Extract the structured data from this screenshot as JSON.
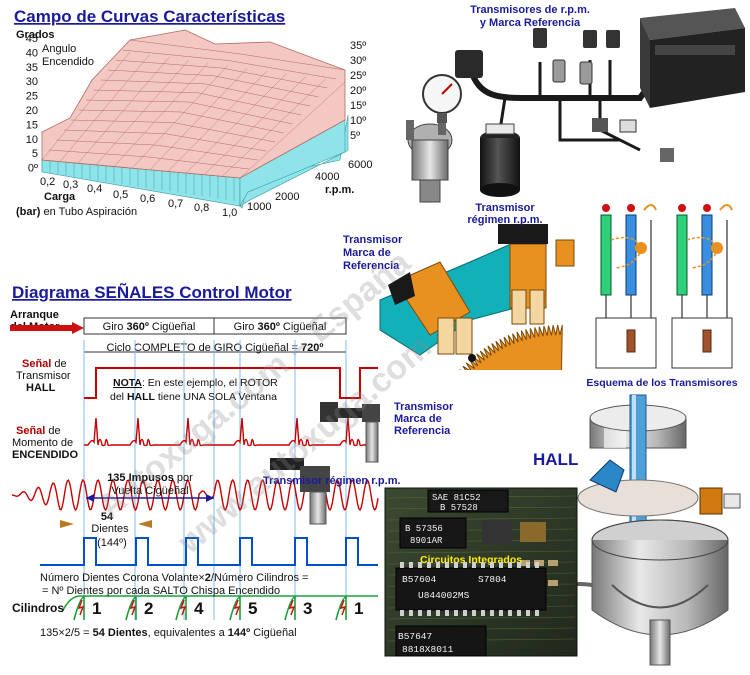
{
  "colors": {
    "header": "#1a1a9a",
    "surface_top": "#f3c7c2",
    "surface_side": "#8fe4ea",
    "signal_blue": "#0050c8",
    "signal_red": "#c80000",
    "spark_green": "#18a038",
    "gear_orange": "#e89020",
    "sensor_cyan": "#12b0b8"
  },
  "chart": {
    "title": "Campo de Curvas Características",
    "degrees_label": "Grados",
    "angle_label": "Angulo",
    "advance_label": "Encendido",
    "y_ticks_left": [
      "45",
      "40",
      "35",
      "30",
      "25",
      "20",
      "15",
      "10",
      "5",
      "0º"
    ],
    "y_ticks_right": [
      "35º",
      "30º",
      "25º",
      "20º",
      "15º",
      "10º",
      "5º"
    ],
    "load_label": "Carga",
    "load_ticks": [
      "0,2",
      "0,3",
      "0,4",
      "0,5",
      "0,6",
      "0,7",
      "0,8",
      "1,0"
    ],
    "load_unit": "(bar) en Tubo Aspiración",
    "rpm_ticks": [
      "1000",
      "2000",
      "4000",
      "6000"
    ],
    "rpm_label": "r.p.m."
  },
  "system_image": {
    "sensors_label_1": "Transmisores de r.p.m.",
    "sensors_label_2": "y Marca Referencia"
  },
  "sensor_detail": {
    "ref_label_1": "Transmisor",
    "ref_label_2": "Marca de",
    "ref_label_3": "Referencia",
    "rpm_label_1": "Transmisor",
    "rpm_label_2": "régimen r.p.m."
  },
  "schema": {
    "caption": "Esquema de los Transmisores"
  },
  "signals": {
    "title": "Diagrama SEÑALES Control Motor",
    "start_1": "Arranque",
    "start_2": "del Motor",
    "rot1_pre": "Giro ",
    "rot1_deg": "360º",
    "rot1_post": " Cigüeñal",
    "rot2_pre": "Giro ",
    "rot2_deg": "360º",
    "rot2_post": " Cigüeñal",
    "cycle_pre": "Ciclo COMPLETO de GIRO Cigüeñal = ",
    "cycle_val": "720º",
    "hall_1a": "Señal",
    "hall_1b": " de",
    "hall_2": "Transmisor",
    "hall_3": "HALL",
    "note_key": "NOTA",
    "note_1": ": En este ejemplo, el ROTOR",
    "note_2a": "del ",
    "note_2b": "HALL",
    "note_2c": " tiene UNA SOLA Ventana",
    "ign_1a": "Señal",
    "ign_1b": " de",
    "ign_2": "Momento de",
    "ign_3": "ENCENDIDO",
    "ref_label_1": "Transmisor",
    "ref_label_2": "Marca de",
    "ref_label_3": "Referencia",
    "pulses_1": "135 Impusos",
    "pulses_1b": " por",
    "pulses_2": "Vuelta Cigüeñal",
    "rpm_sensor": "Transmisor régimen r.p.m.",
    "teeth_1": "54",
    "teeth_2": "Dientes",
    "teeth_3": "(144º)",
    "formula_1a": "Número Dientes Corona Volante×",
    "formula_1b": "2",
    "formula_1c": "/Número Cilindros =",
    "formula_2": "= Nº Dientes por cada SALTO Chispa Encendido",
    "cyl_label": "Cilindros",
    "cyl_order": [
      "1",
      "2",
      "4",
      "5",
      "3",
      "1"
    ],
    "result_a": "135×2/5 = ",
    "result_b": "54 Dientes",
    "result_c": ", equivalentes a ",
    "result_d": "144º",
    "result_e": " Cigüeñal"
  },
  "hall_label": "HALL",
  "ecu_board": {
    "chip1_1": "SAE 81C52",
    "chip1_2": "B 57528",
    "chip2_1": "B 57356",
    "chip2_2": "8901AR",
    "ic_label": "Circuitos Integrados",
    "chip3_1": "B57604",
    "chip3_2": "S7804",
    "chip3_3": "U844002MS",
    "chip4_1": "B57647",
    "chip4_2": "8818X8011"
  },
  "watermark": {
    "line_1": "Autoxuga.com – España",
    "line_2": "www.autoxuga.com"
  }
}
